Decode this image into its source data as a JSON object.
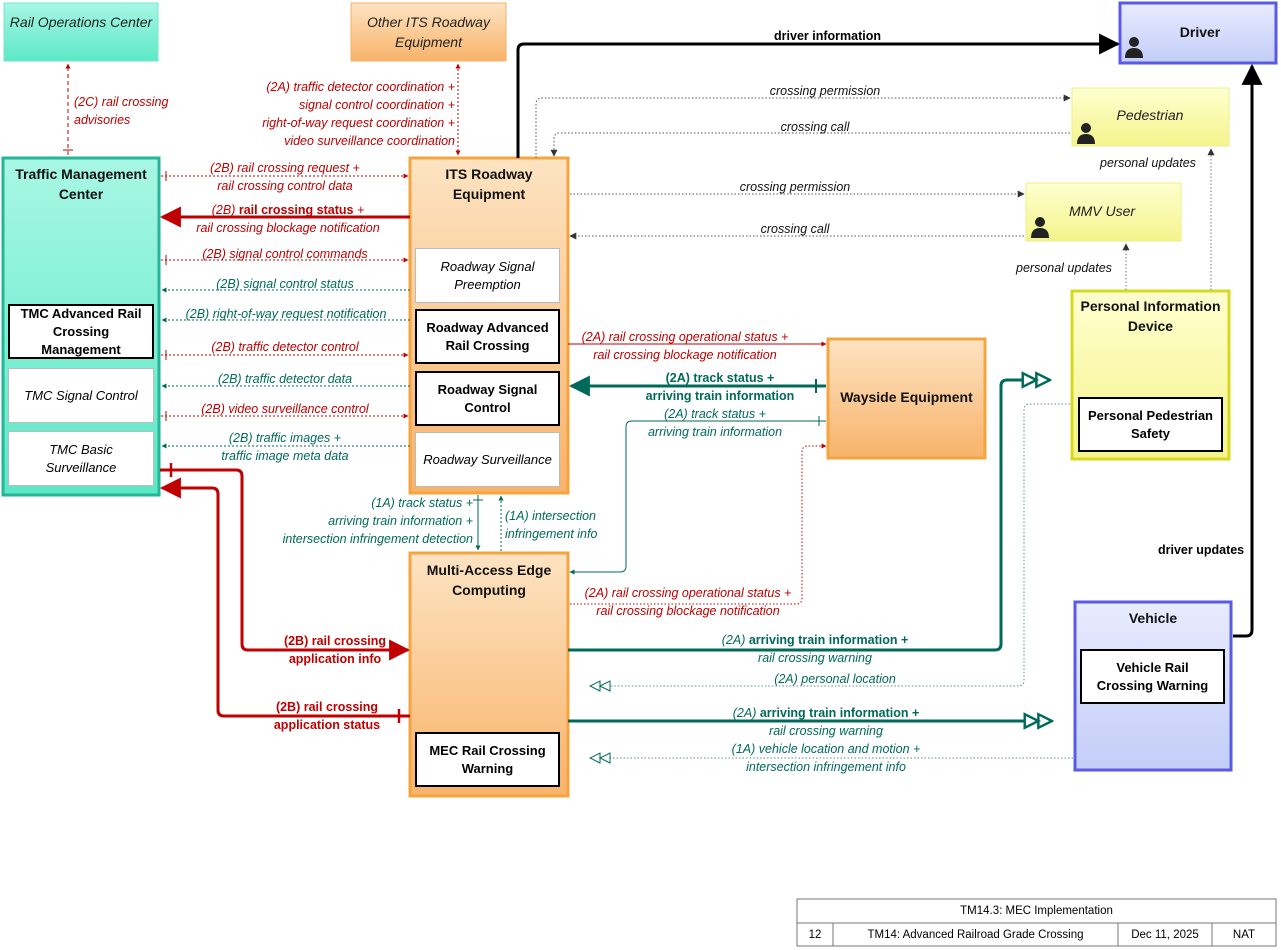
{
  "nodes": {
    "rail_ops": "Rail Operations Center",
    "other_its": "Other ITS Roadway Equipment",
    "driver": "Driver",
    "pedestrian": "Pedestrian",
    "mmv": "MMV User",
    "tmc": "Traffic Management Center",
    "tmc_rail": "TMC Advanced Rail Crossing Management",
    "tmc_signal": "TMC Signal Control",
    "tmc_surv": "TMC Basic Surveillance",
    "its": "ITS Roadway Equipment",
    "its_preempt": "Roadway Signal Preemption",
    "its_rail": "Roadway Advanced Rail Crossing",
    "its_signal": "Roadway Signal Control",
    "its_surv": "Roadway Surveillance",
    "wayside": "Wayside Equipment",
    "pid": "Personal Information Device",
    "pid_safety": "Personal Pedestrian Safety",
    "mec": "Multi-Access Edge Computing",
    "mec_warn": "MEC Rail Crossing Warning",
    "vehicle": "Vehicle",
    "veh_warn": "Vehicle Rail Crossing Warning"
  },
  "flows": {
    "rail_adv_1": "(2C) rail crossing",
    "rail_adv_2": "advisories",
    "other_1": "(2A) traffic detector coordination +",
    "other_2": "signal control coordination +",
    "other_3": "right-of-way request coordination +",
    "other_4": "video surveillance coordination",
    "driver_info": "driver information",
    "cross_perm_ped": "crossing permission",
    "cross_call_ped": "crossing call",
    "personal_updates_ped": "personal updates",
    "cross_perm_mmv": "crossing permission",
    "cross_call_mmv": "crossing call",
    "personal_updates_mmv": "personal updates",
    "req_1": "(2B) rail crossing request +",
    "req_2": "rail crossing control data",
    "status_prefix": "(2B) ",
    "status_bold": "rail crossing status",
    "status_suffix": " +",
    "status_2": "rail crossing blockage notification",
    "sig_cmd": "(2B) signal control commands",
    "sig_status": "(2B) signal control status",
    "row": "(2B) right-of-way request notification",
    "det_ctrl": "(2B) traffic detector control",
    "det_data": "(2B) traffic detector data",
    "vid_ctrl": "(2B) video surveillance control",
    "img_1": "(2B) traffic images +",
    "img_2": "traffic image meta data",
    "op_1": "(2A) rail crossing operational status +",
    "op_2": "rail crossing blockage notification",
    "track_1": "(2A) track status +",
    "track_2": "arriving train information",
    "track_mec_1": "(2A) track status +",
    "track_mec_2": "arriving train information",
    "its_mec_1": "(1A) track status +",
    "its_mec_2": "arriving train information +",
    "its_mec_3": "intersection infringement detection",
    "infr_1": "(1A) intersection",
    "infr_2": "infringement info",
    "mec_op_1": "(2A) rail crossing operational status +",
    "mec_op_2": "rail crossing blockage notification",
    "app_info_1": "(2B) rail crossing",
    "app_info_2": "application info",
    "app_status_1": "(2B) rail crossing",
    "app_status_2": "application status",
    "pid_arr_prefix": "(2A) ",
    "pid_arr_bold": "arriving train information +",
    "pid_arr_2": "rail crossing warning",
    "pers_loc": "(2A) personal location",
    "veh_arr_prefix": "(2A) ",
    "veh_arr_bold": "arriving train information +",
    "veh_arr_2": "rail crossing warning",
    "veh_loc_1": "(1A) vehicle location and motion +",
    "veh_loc_2": "intersection infringement info",
    "driver_updates": "driver updates"
  },
  "footer": {
    "title": "TM14.3: MEC Implementation",
    "num": "12",
    "name": "TM14: Advanced Railroad Grade Crossing",
    "date": "Dec 11, 2025",
    "org": "NAT"
  },
  "colors": {
    "red": "#c00000",
    "teal": "#006a5a",
    "orange_fill": "#fbc98e",
    "teal_fill": "#7ff2d6",
    "yellow_fill": "#fbfba8",
    "blue_fill": "#d4dcfa"
  }
}
